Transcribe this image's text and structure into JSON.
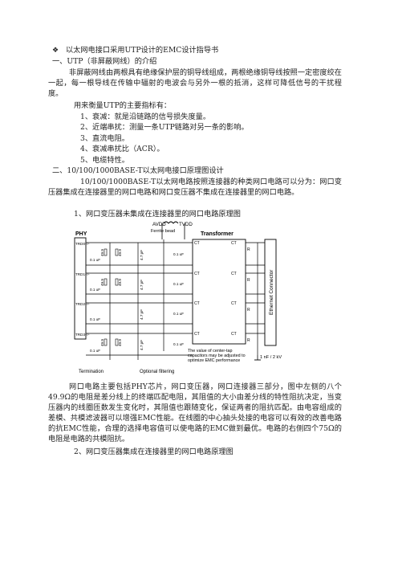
{
  "doc": {
    "bullet_symbol": "❖",
    "title": "以太网电接口采用UTP设计的EMC设计指导书",
    "s1_heading": "一、UTP（非屏蔽网线）的介绍",
    "s1_para": "非屏蔽网线由两根具有绝缘保护层的铜导线组成，两根绝缘铜导线按照一定密度绞在一起，每一根导线在传输中辐射的电波会与另外一根的抵消，这样可降低信号的干扰程度。",
    "s1_metrics_intro": "用来衡量UTP的主要指标有：",
    "metrics": [
      "1、衰减：就是沿链路的信号损失度量。",
      "2、近端串扰：测量一条UTP链路对另一条的影响。",
      "3、直流电阻。",
      "4、衰减串扰比（ACR）。",
      "5、电缆特性。"
    ],
    "s2_heading": "二、10/100/1000BASE-T以太网电接口原理图设计",
    "s2_para": "10/100/1000BASE-T以太网电路按照连接器的种类网口电路可以分为：网口变压器集成在连接器里的网口电路和网口变压器不集成在连接器里的网口电路。",
    "fig1_caption": "1、网口变压器未集成在连接器里的网口电路原理图",
    "fig1_desc": "网口电路主要包括PHY芯片，网口变压器，网口连接器三部分，图中左侧的八个49.9Ω的电阻是差分线上的终端匹配电阻，其阻值的大小由差分线的特性阻抗决定，当变压器内的线圈匝数发生变化时，其阻值也跟随变化，保证两者的阻抗匹配。由电容组成的差模、共模滤波器可以增强EMC性能。在线圈的中心抽头处接的电容可以有效的改善电路的抗EMC性能，合理的选择电容值可以使电路的EMC做到最优。电路的右侧四个75Ω的电阻是电路的共模阻抗。",
    "fig2_caption": "2、网口变压器集成在连接器里的网口电路原理图"
  },
  "schematic": {
    "avdd": "AVDD",
    "tvdd": "TVDD",
    "ferrite": "Ferrite bead",
    "phy": "PHY",
    "transformer": "Transformer",
    "ports": [
      "TRD0+/-",
      "TRD1+/-",
      "TRD2+/-",
      "TRD3+/-"
    ],
    "r499": "49.9",
    "cap01": "0.1 uF",
    "cap47": "4.7 pF",
    "ct": "CT",
    "r": "R",
    "connector": "Ethernet Connector",
    "hv_cap": "1 nF / 2 kV",
    "note1": "The value of center-tap",
    "note2": "capacitors may be adjusted to",
    "note3": "optimize EMC performance",
    "termination": "Termination",
    "filtering": "Optional filtering"
  }
}
